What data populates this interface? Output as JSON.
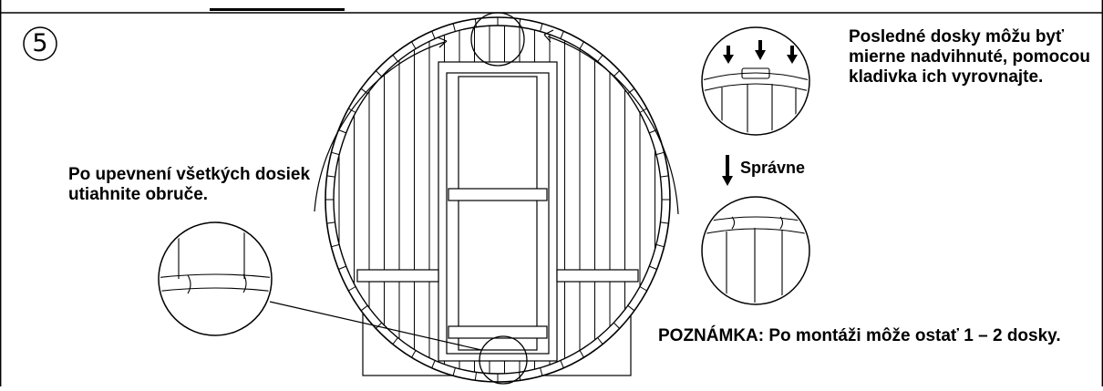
{
  "step": {
    "number": "5"
  },
  "notes": {
    "fix_hoops": "Po upevnení všetkých dosiek utiahnite obruče.",
    "last_boards": "Posledné dosky môžu byť mierne nadvihnuté, pomocou kladivka ich vyrovnajte.",
    "correct_label": "Správne",
    "remark": "POZNÁMKA: Po montáži môže ostať 1 – 2 dosky."
  }
}
